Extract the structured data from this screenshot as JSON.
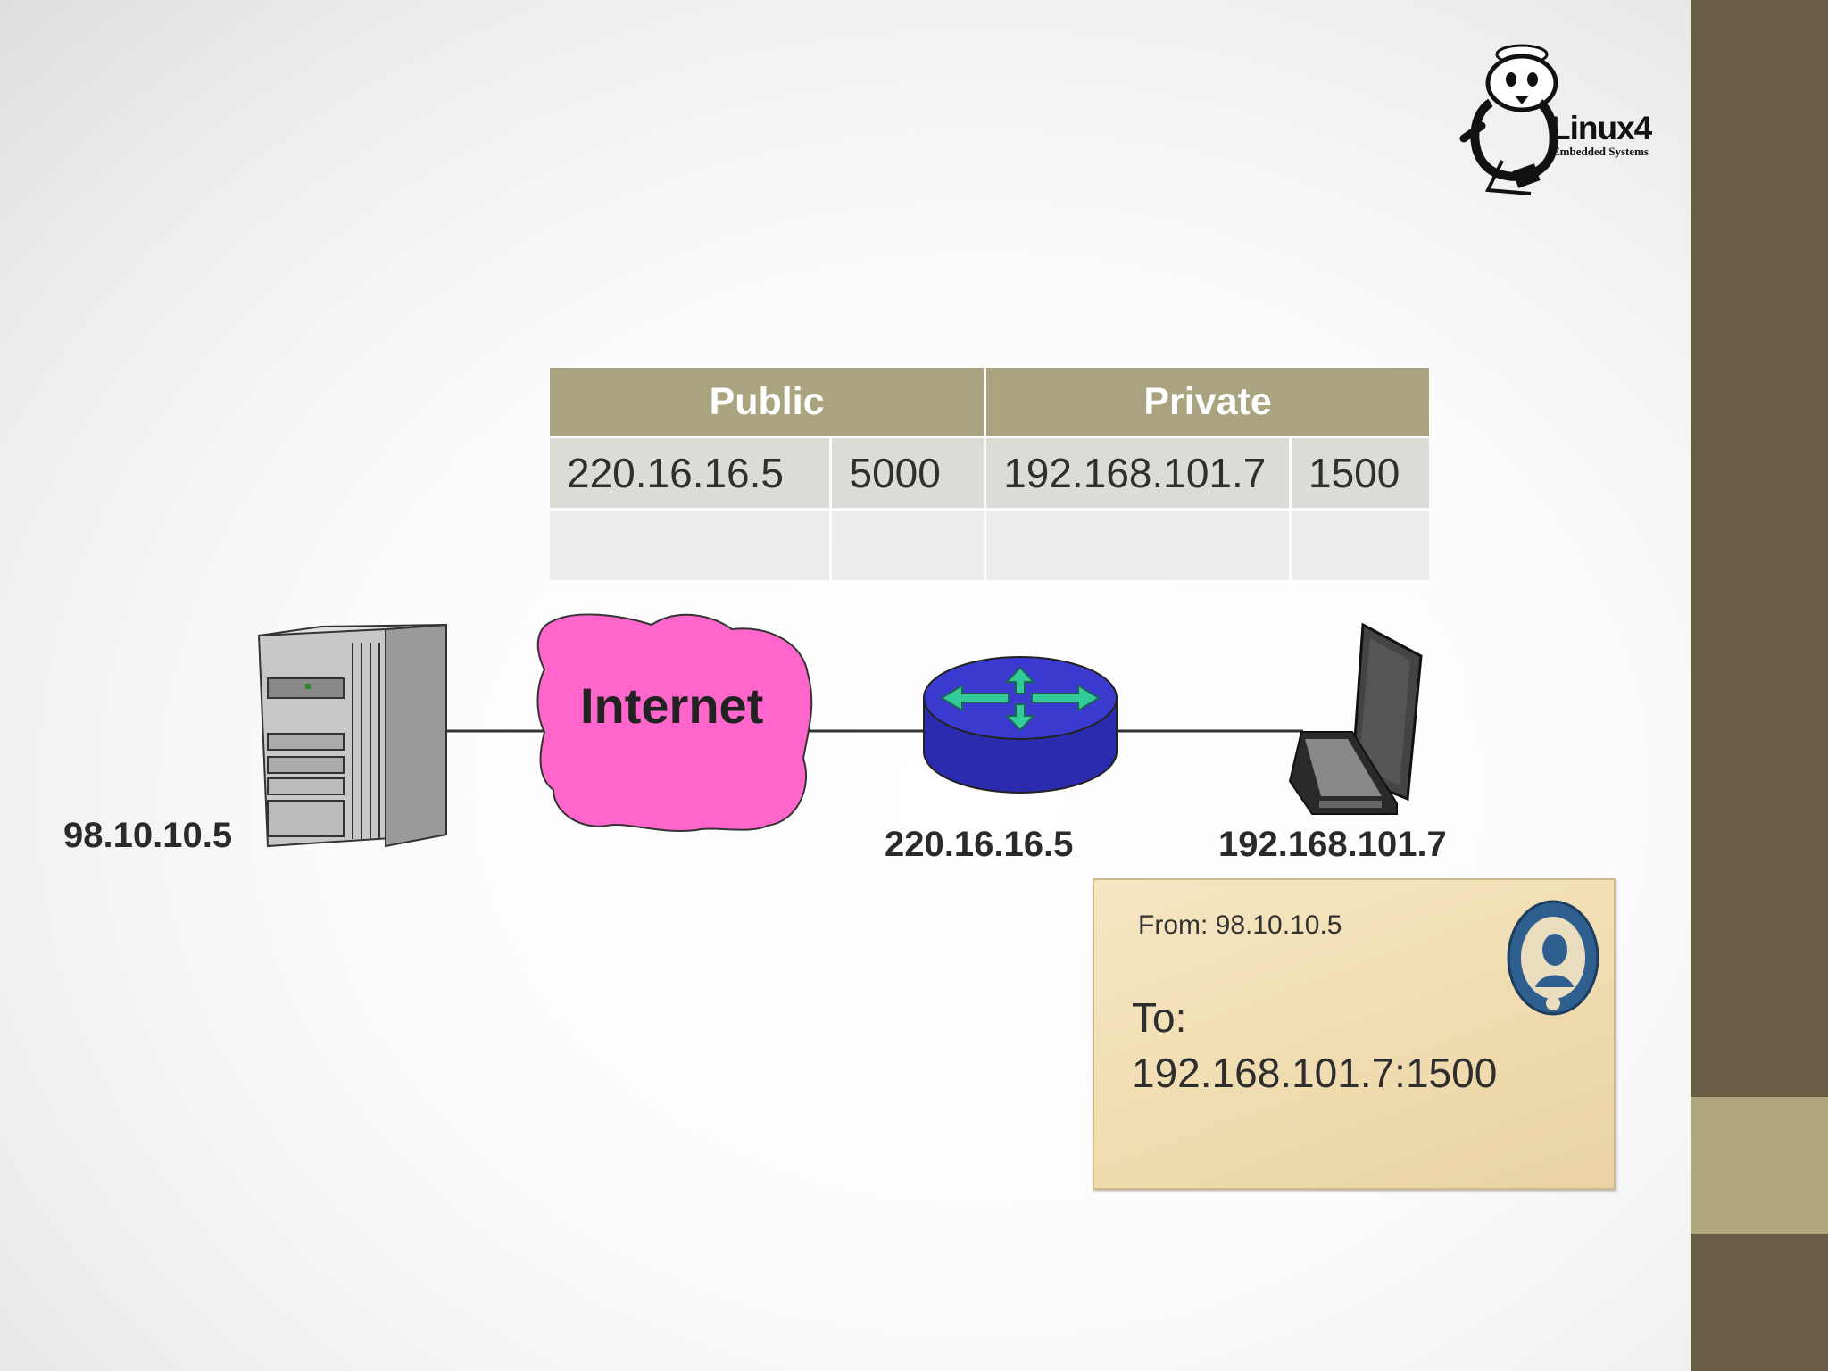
{
  "logo": {
    "name": "Linux4",
    "tagline": "Embedded Systems"
  },
  "table": {
    "headers": [
      "Public",
      "Private"
    ],
    "rows": [
      [
        "220.16.16.5",
        "5000",
        "192.168.101.7",
        "1500"
      ],
      [
        "",
        "",
        "",
        ""
      ]
    ]
  },
  "diagram": {
    "cloud_label": "Internet",
    "server_ip": "98.10.10.5",
    "router_ip": "220.16.16.5",
    "laptop_ip": "192.168.101.7"
  },
  "envelope": {
    "from": "From: 98.10.10.5",
    "to_label": "To:",
    "to_address": "192.168.101.7:1500"
  },
  "colors": {
    "side_band": "#685c45",
    "table_header": "#a9a47f",
    "cloud": "#ff66cc",
    "router": "#3333cc",
    "router_arrows": "#33cc99"
  }
}
